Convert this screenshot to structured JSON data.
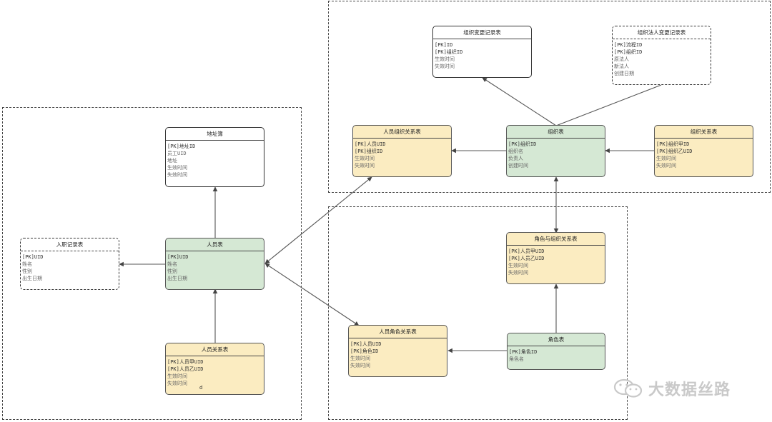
{
  "entities": {
    "addr": {
      "title": "地址簿",
      "fields": [
        "[PK]地址ID",
        "员工UID",
        "地址",
        "生效时间",
        "失效时间"
      ]
    },
    "onboard": {
      "title": "入职记录表",
      "fields": [
        "[PK]UID",
        "姓名",
        "性别",
        "出生日期"
      ]
    },
    "person": {
      "title": "人员表",
      "fields": [
        "[PK]UID",
        "姓名",
        "性别",
        "出生日期"
      ]
    },
    "person_rel": {
      "title": "人员关系表",
      "fields": [
        "[PK]人员甲UID",
        "[PK]人员乙UID",
        "生效时间",
        "失效时间"
      ],
      "extra": "d"
    },
    "org_change": {
      "title": "组织变更记录表",
      "fields": [
        "[PK]ID",
        "[PK]组织ID",
        "生效时间",
        "失效时间"
      ]
    },
    "org_legal": {
      "title": "组织法人变更记录表",
      "fields": [
        "[PK]流程ID",
        "[PK]组织ID",
        "原法人",
        "新法人",
        "创建日期"
      ]
    },
    "person_org": {
      "title": "人员组织关系表",
      "fields": [
        "[PK]人员UID",
        "[PK]组织ID",
        "生效时间",
        "失效时间"
      ]
    },
    "org": {
      "title": "组织表",
      "fields": [
        "[PK]组织ID",
        "组织名",
        "负责人",
        "创建时间"
      ]
    },
    "org_rel": {
      "title": "组织关系表",
      "fields": [
        "[PK]组织甲ID",
        "[PK]组织乙UID",
        "生效时间",
        "失效时间"
      ]
    },
    "role_org": {
      "title": "角色与组织关系表",
      "fields": [
        "[PK]人员甲UID",
        "[PK]人员乙UID",
        "生效时间",
        "失效时间"
      ]
    },
    "person_role": {
      "title": "人员角色关系表",
      "fields": [
        "[PK]人员UID",
        "[PK]角色ID",
        "生效时间",
        "失效时间"
      ]
    },
    "role": {
      "title": "角色表",
      "fields": [
        "[PK]角色ID",
        "角色名"
      ]
    }
  },
  "watermark": {
    "text": "大数据丝路",
    "icon": "wechat-icon"
  }
}
